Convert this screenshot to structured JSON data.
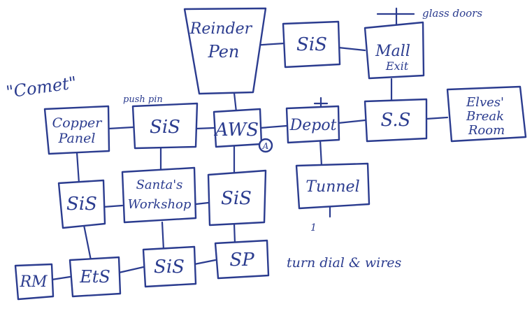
{
  "ink_color": "#2b3c8f",
  "title_annotation": "\"Comet\"",
  "nodes": {
    "reindeer_pen": [
      "Reinder",
      "Pen"
    ],
    "sis_top": [
      "SiS"
    ],
    "mall_exit": [
      "Mall",
      "Exit"
    ],
    "copper_panel": [
      "Copper",
      "Panel"
    ],
    "sis_left_top": [
      "SiS"
    ],
    "aws": [
      "AWS"
    ],
    "depot": [
      "Depot"
    ],
    "sis_right": [
      "S.S"
    ],
    "elves_break_room": [
      "Elves'",
      "Break",
      "Room"
    ],
    "sis_left_mid": [
      "SiS"
    ],
    "santas_workshop": [
      "Santa's",
      "Workshop"
    ],
    "sis_center": [
      "SiS"
    ],
    "tunnel": [
      "Tunnel"
    ],
    "rm": [
      "RM"
    ],
    "ets": [
      "EtS"
    ],
    "sis_bottom": [
      "SiS"
    ],
    "sp": [
      "SP"
    ]
  },
  "annotations": {
    "glass_doors": "glass doors",
    "push_pin": "push pin",
    "turn_dial": "turn dial & wires",
    "aws_marker": "A",
    "tunnel_mark": "1"
  }
}
